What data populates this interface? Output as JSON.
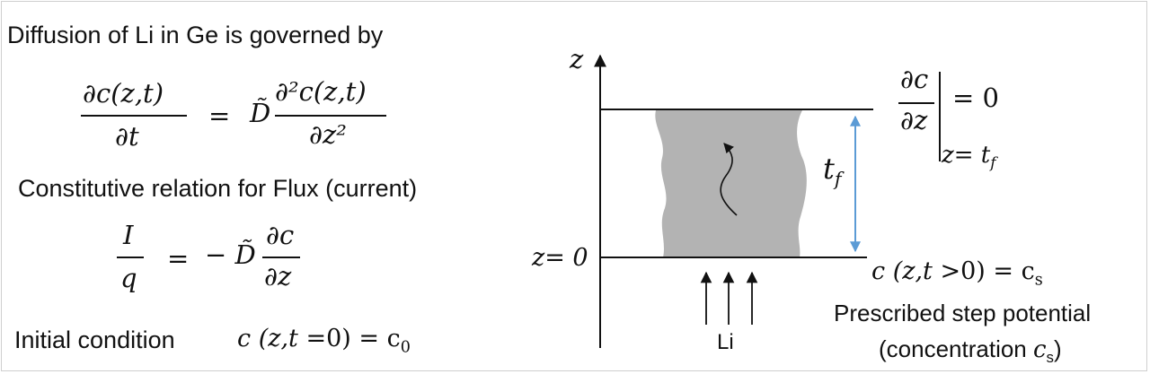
{
  "left": {
    "diffusion_heading": "Diffusion of Li in Ge is governed by",
    "diffusion_eq": {
      "lhs_num": "∂c(z,t)",
      "lhs_den": "∂t",
      "equals": "=",
      "coef": "D̃",
      "rhs_num": "∂²c(z,t)",
      "rhs_den": "∂z²"
    },
    "flux_heading": "Constitutive relation for Flux (current)",
    "flux_eq": {
      "lhs_num": "I",
      "lhs_den": "q",
      "equals": "=",
      "coef": "− D̃",
      "rhs_num": "∂c",
      "rhs_den": "∂z"
    },
    "initial_label": "Initial condition",
    "initial_eq": {
      "lhs": "c (z,t",
      "mid": " =0) = c",
      "sub": "0"
    }
  },
  "diagram": {
    "axis_label": "z",
    "z0_label": "z= 0",
    "thickness_label": "t",
    "thickness_sub": "f",
    "top_bc": {
      "num": "∂c",
      "den": "∂z",
      "rhs": "= 0",
      "eval": "z= t",
      "eval_sub": "f"
    },
    "bottom_bc": {
      "lhs": "c (z,t",
      "mid": " >0) = c",
      "sub": "s"
    },
    "li_label": "Li",
    "step_line1": "Prescribed step potential",
    "step_line2_pre": "(concentration ",
    "step_line2_sym": "c",
    "step_line2_sub": "s",
    "step_line2_post": ")",
    "colors": {
      "film": "#b3b3b3",
      "thickness_arrow": "#5b9bd5",
      "ink": "#111111"
    }
  }
}
